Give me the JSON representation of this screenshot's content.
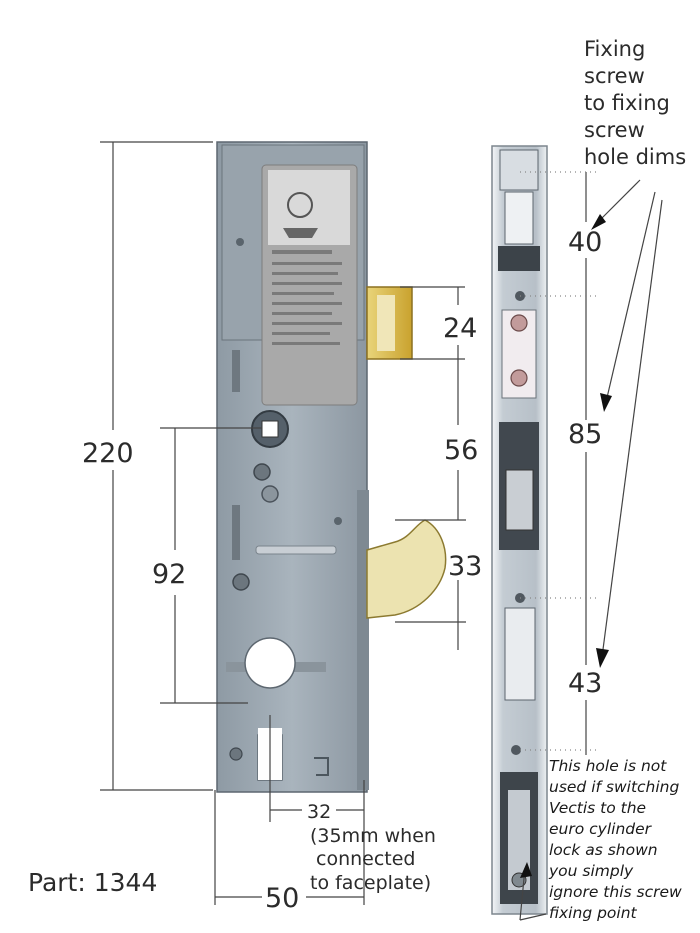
{
  "dimensions": {
    "overall_height": "220",
    "spindle_to_cylinder": "92",
    "deadbolt": "24",
    "bolt_spacing": "56",
    "hook": "33",
    "cylinder_backset": "32",
    "case_width": "50",
    "screw_top": "40",
    "screw_mid": "85",
    "screw_bottom": "43"
  },
  "notes": {
    "fixing_screw": [
      "Fixing",
      "screw",
      "to fixing",
      "screw",
      "hole dims"
    ],
    "backset_note": [
      "(35mm when",
      "connected",
      "to faceplate)"
    ],
    "unused_hole": [
      "This hole is not",
      "used if switching",
      "Vectis to the",
      "euro cylinder",
      "lock as  shown",
      "you simply",
      "ignore this screw",
      "fixing point"
    ]
  },
  "part_label": "Part: 1344",
  "colors": {
    "case_steel": "#9aa6b0",
    "plate_steel": "#b9c2c9",
    "label_grey": "#a8a8a8",
    "brass": "#d8b440",
    "brass_light": "#ece3b0"
  }
}
